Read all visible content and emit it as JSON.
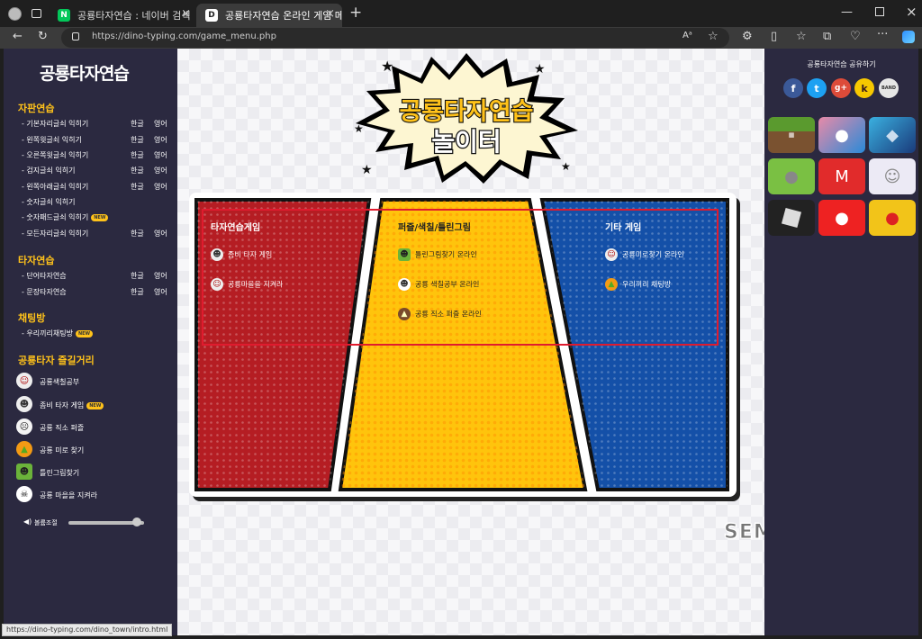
{
  "browser": {
    "tabs": [
      {
        "label": "공룡타자연습 : 네이버 검색",
        "favicon": "N"
      },
      {
        "label": "공룡타자연습 온라인 게임 메뉴",
        "favicon": "D"
      }
    ],
    "url": "https://dino-typing.com/game_menu.php",
    "status_url": "https://dino-typing.com/dino_town/intro.html"
  },
  "sidebar": {
    "logo": "공룡타자연습",
    "keyboard": {
      "title": "자판연습",
      "items": [
        {
          "label": "- 기본자리글쇠 익히기",
          "k": "한글",
          "e": "영어"
        },
        {
          "label": "- 왼쪽윗글쇠 익히기",
          "k": "한글",
          "e": "영어"
        },
        {
          "label": "- 오른쪽윗글쇠 익히기",
          "k": "한글",
          "e": "영어"
        },
        {
          "label": "- 검지글쇠 익히기",
          "k": "한글",
          "e": "영어"
        },
        {
          "label": "- 왼쪽아래글쇠 익히기",
          "k": "한글",
          "e": "영어"
        },
        {
          "label": "- 숫자글쇠 익히기",
          "k": "",
          "e": ""
        },
        {
          "label": "- 숫자패드글쇠 익히기",
          "k": "",
          "e": "",
          "new": "NEW"
        },
        {
          "label": "- 모든자리글쇠 익히기",
          "k": "한글",
          "e": "영어"
        }
      ]
    },
    "typing": {
      "title": "타자연습",
      "items": [
        {
          "label": "- 단어타자연습",
          "k": "한글",
          "e": "영어"
        },
        {
          "label": "- 문장타자연습",
          "k": "한글",
          "e": "영어"
        }
      ]
    },
    "chat": {
      "title": "채팅방",
      "items": [
        {
          "label": "- 우리끼리채팅방",
          "new": "NEW"
        }
      ]
    },
    "fun": {
      "title": "공룡타자 즐길거리",
      "items": [
        {
          "label": "공룡색칠공부",
          "icon": "vampire-icon"
        },
        {
          "label": "좀비 타자 게임",
          "icon": "ghost-icon",
          "new": "NEW"
        },
        {
          "label": "공룡 직소 퍼즐",
          "icon": "scream-icon"
        },
        {
          "label": "공룡 미로 찾기",
          "icon": "pumpkin-icon"
        },
        {
          "label": "틀린그림찾기",
          "icon": "frankenstein-icon"
        },
        {
          "label": "공룡 마을을 지켜라",
          "icon": "skull-icon"
        }
      ]
    },
    "volume": {
      "label": "볼륨조절",
      "level": 0.9
    }
  },
  "main": {
    "banner_line1": "공룡타자연습",
    "banner_line2": "놀이터",
    "panels": [
      {
        "title": "타자연습게임",
        "items": [
          "좀비 타자 게임",
          "공룡마을을 지켜라"
        ]
      },
      {
        "title": "퍼즐/색칠/틀린그림",
        "items": [
          "틀린그림찾기 온라인",
          "공룡 색칠공부 온라인",
          "공룡 직소 퍼즐 온라인"
        ]
      },
      {
        "title": "기타 게임",
        "items": [
          "공룡미로찾기 온라인",
          "우리끼리 채팅방"
        ]
      }
    ],
    "watermark": "SEMOMO"
  },
  "rightbar": {
    "share_title": "공룡타자연습 공유하기",
    "share": [
      "f",
      "t",
      "g+",
      "k",
      "BAND"
    ],
    "games": [
      "minecraft-icon",
      "piggy-icon",
      "league-icon",
      "talking-tom-icon",
      "mario-icon",
      "anime-girl-icon",
      "roblox-icon",
      "red-ball-icon",
      "among-us-icon"
    ]
  }
}
